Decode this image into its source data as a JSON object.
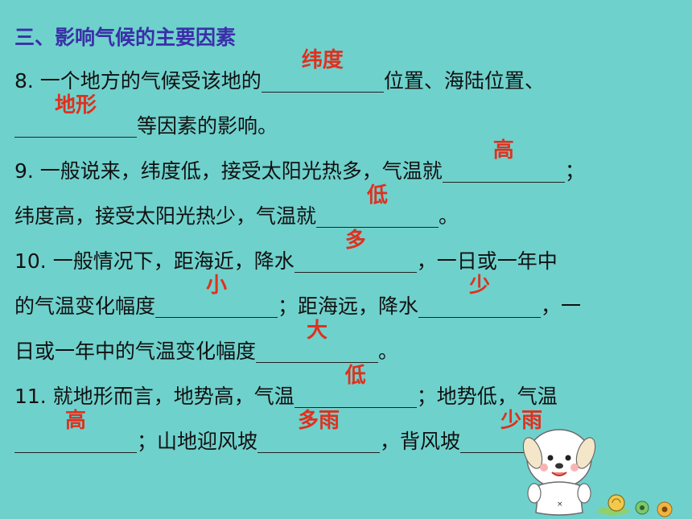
{
  "heading": "三、影响气候的主要因素",
  "q8": {
    "l1_a": "8. 一个地方的气候受该地的",
    "ans1": "纬度",
    "l1_b": "位置、海陆位置、",
    "ans2": "地形",
    "l2_b": "等因素的影响。"
  },
  "q9": {
    "l1_a": "9. 一般说来，纬度低，接受太阳光热多，气温就",
    "ans1": "高",
    "l1_b": "；",
    "l2_a": "纬度高，接受太阳光热少，气温就",
    "ans2": "低",
    "l2_b": "。"
  },
  "q10": {
    "l1_a": "10. 一般情况下，距海近，降水",
    "ans1": "多",
    "l1_b": "，一日或一年中",
    "l2_a": "的气温变化幅度",
    "ans2": "小",
    "l2_b": "；距海远，降水",
    "ans3": "少",
    "l2_c": "，一",
    "l3_a": "日或一年中的气温变化幅度",
    "ans4": "大",
    "l3_b": "。"
  },
  "q11": {
    "l1_a": "11. 就地形而言，地势高，气温",
    "ans1": "低",
    "l1_b": "；地势低，气温",
    "ans2": "高",
    "l2_b": "；山地迎风坡",
    "ans3": "多雨",
    "l2_c": "，背风坡",
    "ans4": "少雨",
    "l2_d": "。"
  }
}
